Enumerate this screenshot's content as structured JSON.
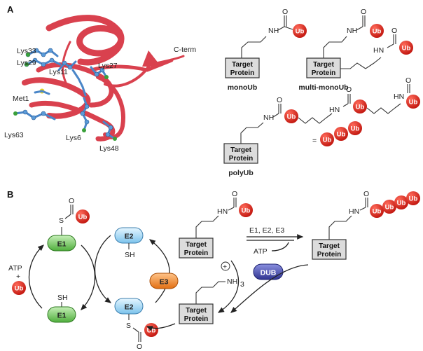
{
  "panels": {
    "a": "A",
    "b": "B"
  },
  "structure": {
    "c_term": "C-term",
    "residues": [
      "Lys33",
      "Lys29",
      "Lys11",
      "Lys27",
      "Met1",
      "Lys63",
      "Lys6",
      "Lys48"
    ]
  },
  "chem": {
    "ub": "Ub",
    "nh": "NH",
    "hn": "HN",
    "o": "O",
    "s": "S",
    "sh": "SH",
    "nh3": "NH",
    "nh3_sub": "3",
    "plus": "+"
  },
  "target": {
    "line1": "Target",
    "line2": "Protein"
  },
  "labels": {
    "mono": "monoUb",
    "multi": "multi-monoUb",
    "poly": "polyUb",
    "equals": "="
  },
  "enzymes": {
    "e1": "E1",
    "e2": "E2",
    "e3": "E3",
    "dub": "DUB",
    "e123": "E1, E2, E3"
  },
  "cofactors": {
    "atp": "ATP",
    "plus": "+"
  },
  "colors": {
    "ub": "#d9261c",
    "e1": "#7fcf6a",
    "e2": "#a9d9f5",
    "e3": "#f0903a",
    "dub": "#4a4fa8",
    "ribbon": "#d9414e",
    "stick": "#4a86c8"
  }
}
